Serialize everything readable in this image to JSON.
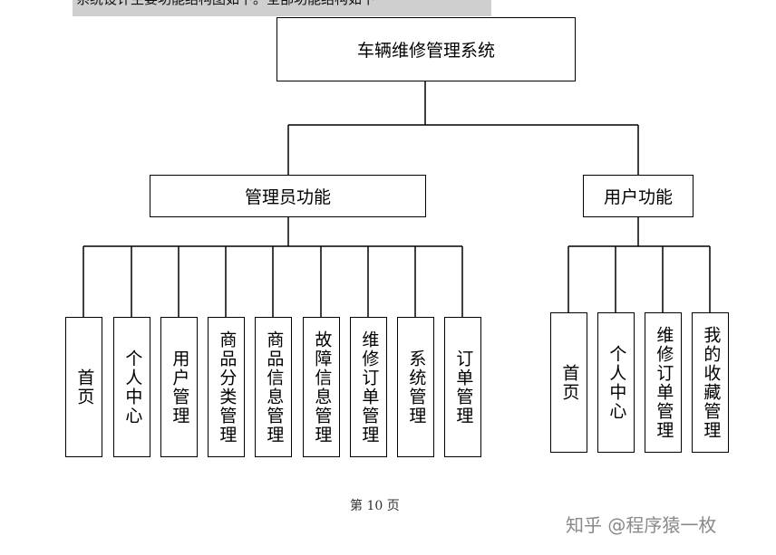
{
  "top_banner": "系统设计主要功能结构图如下。全部功能结构如下",
  "diagram": {
    "root": "车辆维修管理系统",
    "admin": {
      "label": "管理员功能",
      "children": [
        "首页",
        "个人中心",
        "用户管理",
        "商品分类管理",
        "商品信息管理",
        "故障信息管理",
        "维修订单管理",
        "系统管理",
        "订单管理"
      ]
    },
    "user": {
      "label": "用户功能",
      "children": [
        "首页",
        "个人中心",
        "维修订单管理",
        "我的收藏管理"
      ]
    }
  },
  "footer": {
    "page_number": "第 10 页"
  },
  "watermark": "知乎 @程序猿一枚"
}
